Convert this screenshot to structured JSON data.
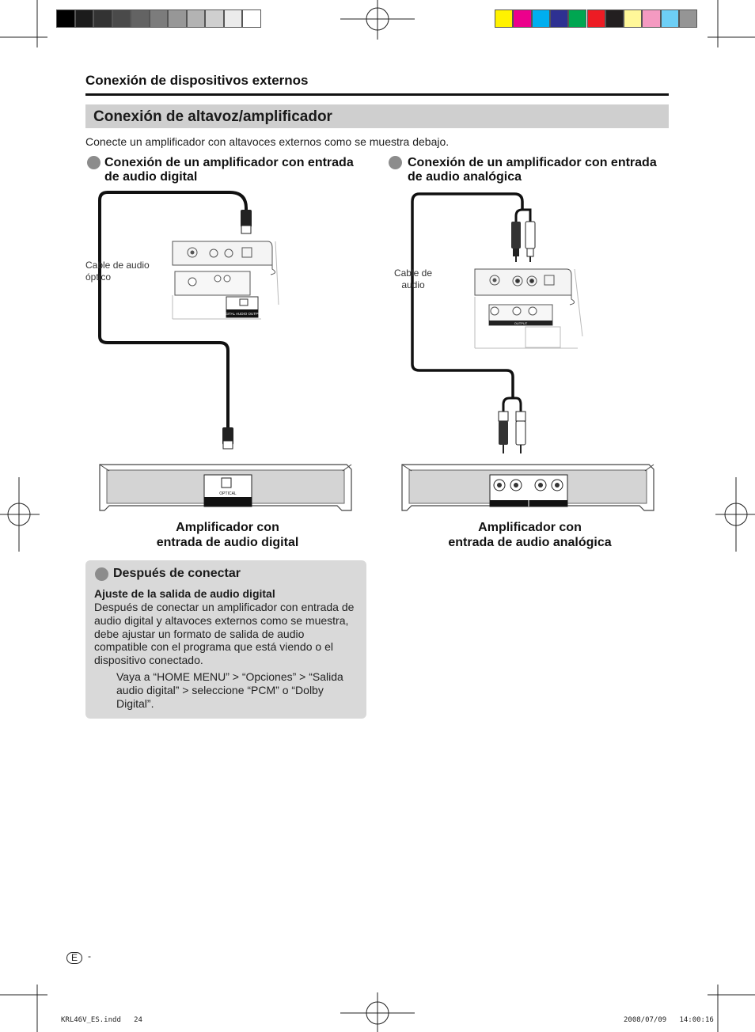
{
  "colors": {
    "gray_bar": [
      "#000000",
      "#1c1c1c",
      "#333333",
      "#4a4a4a",
      "#636363",
      "#7c7c7c",
      "#979797",
      "#b3b3b3",
      "#cfcfcf",
      "#ebebeb",
      "#ffffff"
    ],
    "color_bar": [
      "#fff200",
      "#ec008c",
      "#00aeef",
      "#2e3192",
      "#00a651",
      "#ed1c24",
      "#231f20",
      "#fff799",
      "#f49ac1",
      "#6dcff6",
      "#959595"
    ]
  },
  "header": {
    "section_title": "Conexión de dispositivos externos"
  },
  "banner": {
    "title": "Conexión de altavoz/amplificador"
  },
  "intro": "Conecte un amplificador con altavoces externos como se muestra debajo.",
  "left": {
    "heading": [
      "Conexión de un amplificador con entrada",
      "de audio digital"
    ],
    "cable_label": [
      "Cable de audio",
      "óptico"
    ],
    "tv_label": "DIGITAL AUDIO OUTPUT",
    "amp_port_label": "OPTICAL",
    "amp_label": [
      "Amplificador con",
      "entrada de audio digital"
    ]
  },
  "right": {
    "heading": [
      "Conexión de un amplificador con entrada",
      "de audio analógica"
    ],
    "cable_label": [
      "Cable de",
      "audio"
    ],
    "tv_label": "OUTPUT",
    "amp_label": [
      "Amplificador con",
      "entrada de audio analógica"
    ]
  },
  "after": {
    "title": "Después de conectar",
    "subtitle": "Ajuste de la salida de audio digital",
    "body": "Después de conectar un amplificador con entrada de audio digital y altavoces externos como se muestra, debe ajustar un formato de salida de audio compatible con el programa que está viendo o el dispositivo conectado.",
    "step": "Vaya a “HOME MENU” > “Opciones” > “Salida audio digital” > seleccione “PCM” o “Dolby Digital”."
  },
  "page": {
    "language_badge": "E",
    "dash": "-"
  },
  "footer": {
    "file": "KRL46V_ES.indd   24",
    "timestamp": "2008/07/09   14:00:16"
  }
}
